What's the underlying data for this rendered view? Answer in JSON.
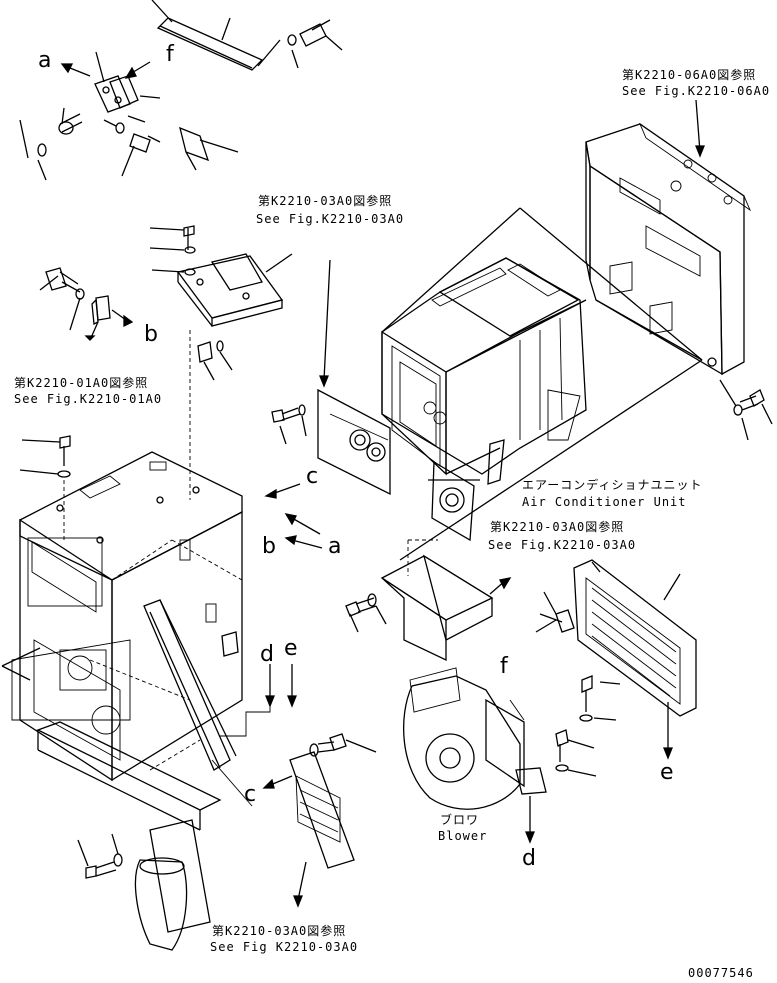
{
  "references": {
    "ref_06a0_jp": "第K2210-06A0図参照",
    "ref_06a0_en": "See Fig.K2210-06A0",
    "ref_03a0_top_jp": "第K2210-03A0図参照",
    "ref_03a0_top_en": "See Fig.K2210-03A0",
    "ref_01a0_jp": "第K2210-01A0図参照",
    "ref_01a0_en": "See Fig.K2210-01A0",
    "ref_03a0_mid_jp": "第K2210-03A0図参照",
    "ref_03a0_mid_en": "See Fig.K2210-03A0",
    "ref_03a0_bot_jp": "第K2210-03A0図参照",
    "ref_03a0_bot_en": "See Fig K2210-03A0"
  },
  "components": {
    "ac_unit_jp": "エアーコンディショナユニット",
    "ac_unit_en": "Air Conditioner Unit",
    "blower_jp": "ブロワ",
    "blower_en": "Blower"
  },
  "callouts": {
    "a_top": "a",
    "b_top": "b",
    "c_mid": "c",
    "b_mid": "b",
    "a_mid": "a",
    "d_mid": "d",
    "e_mid": "e",
    "f_top": "f",
    "f_right": "f",
    "e_right": "e",
    "c_bottom": "c",
    "d_bottom": "d"
  },
  "drawing_number": "00077546"
}
